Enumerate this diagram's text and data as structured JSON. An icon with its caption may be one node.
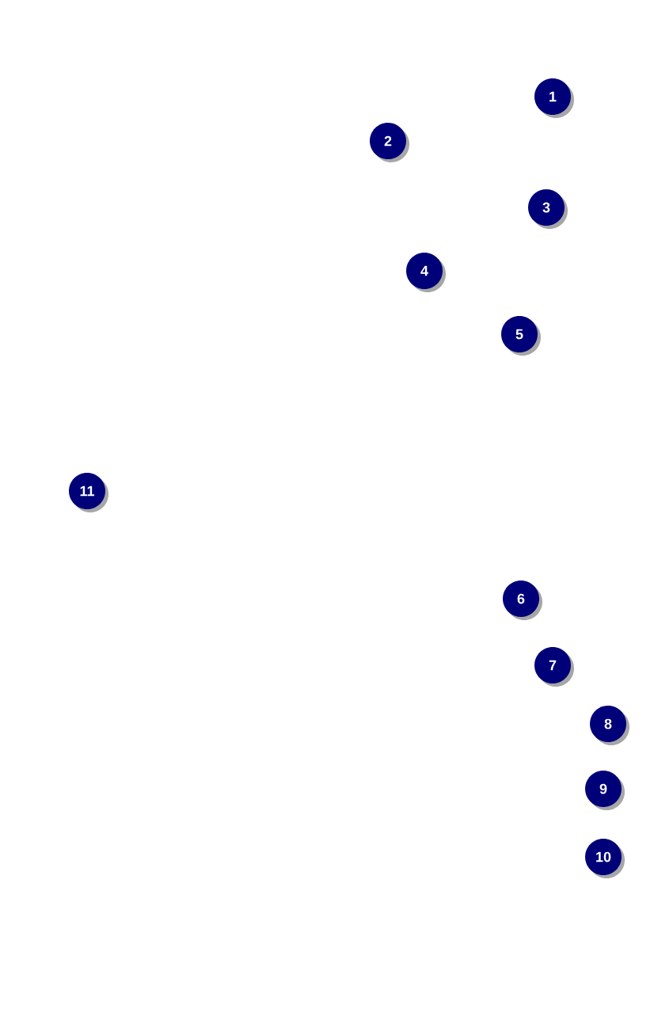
{
  "diagram": {
    "labels": [
      "1",
      "2",
      "3",
      "4",
      "5",
      "11",
      "6",
      "7",
      "8",
      "9",
      "10"
    ]
  }
}
